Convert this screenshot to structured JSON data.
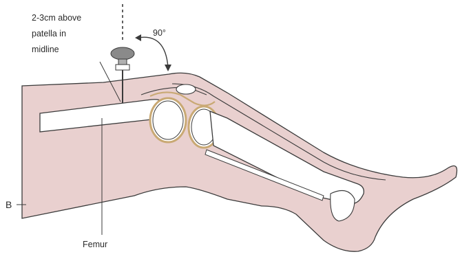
{
  "labels": {
    "site_line1": "2-3cm above",
    "site_line2": "patella in",
    "site_line3": "midline",
    "angle": "90°",
    "femur": "Femur",
    "panel": "B"
  },
  "colors": {
    "skin": "#e9d0cf",
    "outline": "#3a3a3a",
    "cartilage": "#d8b98a",
    "bone": "#ffffff",
    "device": "#8a8a8a"
  }
}
